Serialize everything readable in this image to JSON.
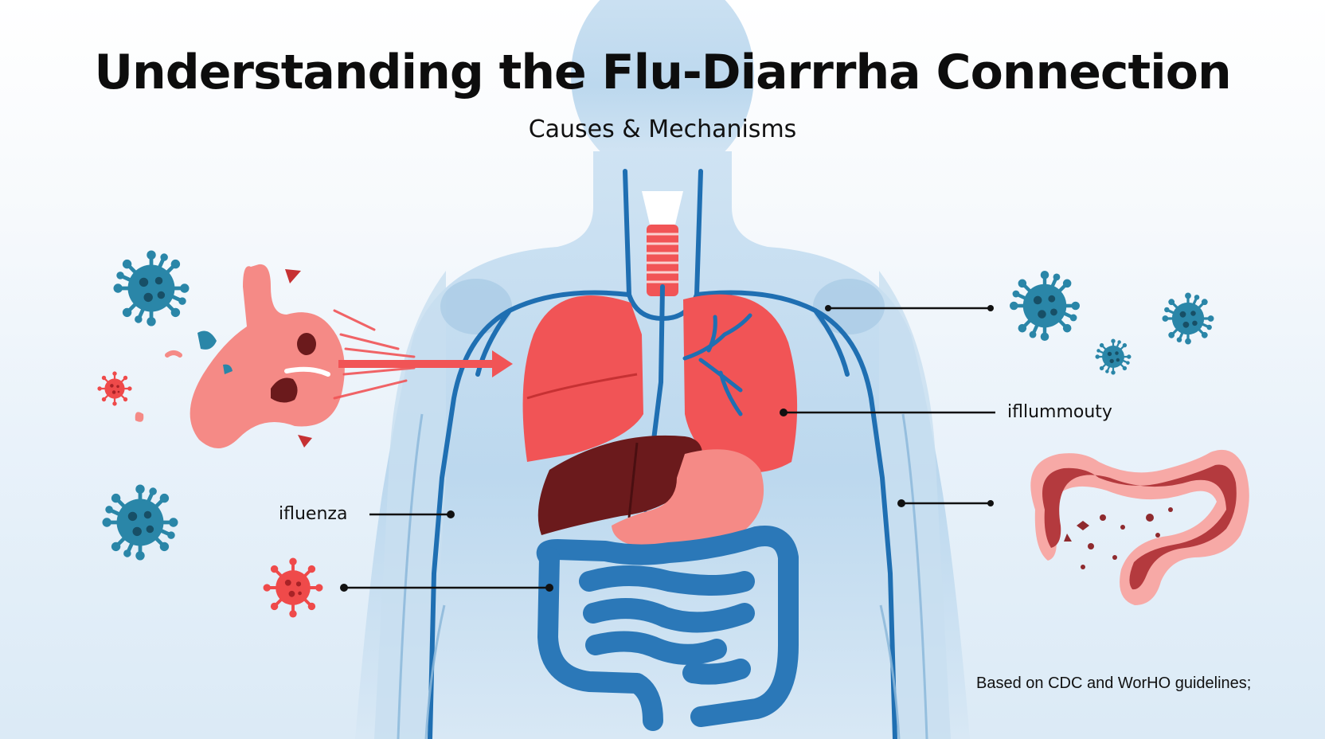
{
  "title": "Understanding the Flu-Diarrrha Connection",
  "subtitle": "Causes & Mechanisms",
  "labels": {
    "influenza": "ifluenza",
    "inflammation": "ifllummouty"
  },
  "footnote": "Based on CDC and WorHO guidelines;",
  "colors": {
    "body": "#bcd9ee",
    "vessel": "#1f6fb2",
    "lung": "#f15456",
    "liver": "#6b1a1c",
    "stomach": "#f58a86",
    "intestine": "#2b78b8",
    "virus_blue": "#2a86a8",
    "virus_red": "#ef4a4a",
    "colon_outline": "#f7a9a6",
    "colon_inner": "#b43a3e"
  },
  "icons": [
    "virus-icon",
    "stomach-icon",
    "lungs-icon",
    "liver-icon",
    "intestine-icon",
    "colon-icon",
    "arrow-icon"
  ]
}
